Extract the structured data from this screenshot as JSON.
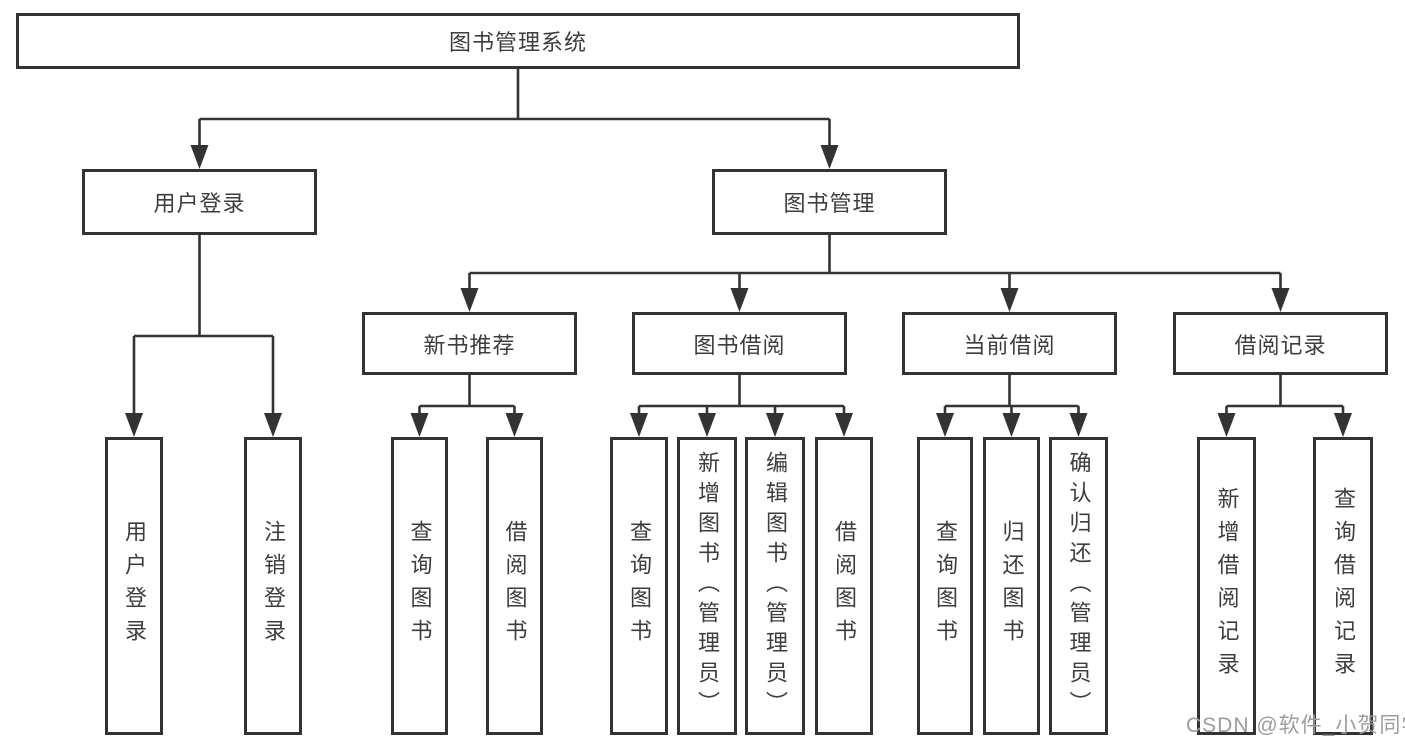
{
  "diagram": {
    "root_label": "图书管理系统",
    "level2": [
      "用户登录",
      "图书管理"
    ],
    "level3": [
      "新书推荐",
      "图书借阅",
      "当前借阅",
      "借阅记录"
    ],
    "leaves": {
      "login": [
        "用户登录",
        "注销登录"
      ],
      "recommend": [
        "查询图书",
        "借阅图书"
      ],
      "borrow": [
        "查询图书",
        "新增图书（管理员）",
        "编辑图书（管理员）",
        "借阅图书"
      ],
      "current": [
        "查询图书",
        "归还图书",
        "确认归还（管理员）"
      ],
      "records": [
        "新增借阅记录",
        "查询借阅记录"
      ]
    }
  },
  "watermark": {
    "text": "CSDN @软件_小贺同学"
  },
  "colors": {
    "line": "#333333",
    "text": "#3d3d3d",
    "background": "#ffffff",
    "watermark": "#9c9c9c"
  }
}
